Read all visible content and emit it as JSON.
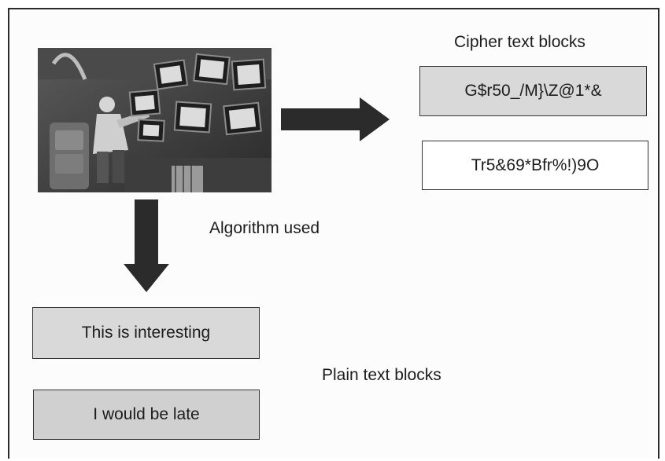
{
  "labels": {
    "cipher_heading": "Cipher text blocks",
    "algorithm": "Algorithm used",
    "plain_heading": "Plain text blocks"
  },
  "cipher_blocks": [
    "G$r50_/M}\\Z@1*&",
    "Tr5&69*Bfr%!)9O"
  ],
  "plain_blocks": [
    "This is interesting",
    "I would be late"
  ],
  "colors": {
    "arrow": "#2b2b2b",
    "box_shaded": "#d9d9d9",
    "box_border": "#333333",
    "frame_border": "#2b2b2b"
  }
}
